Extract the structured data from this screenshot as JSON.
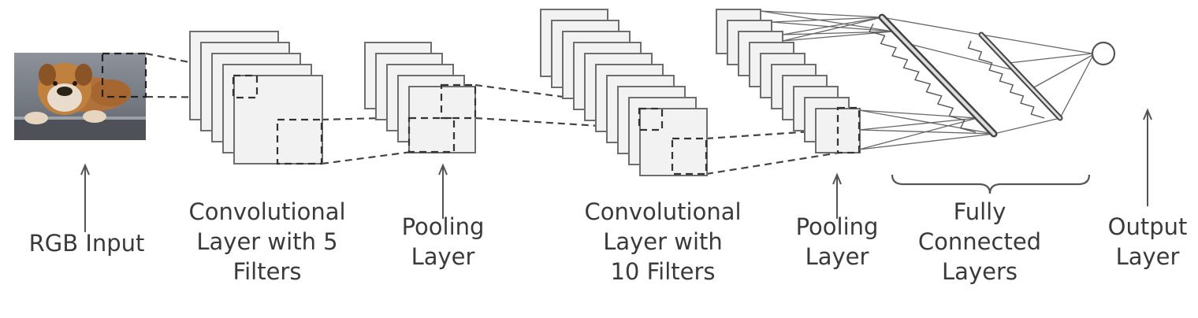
{
  "diagram": {
    "title": "",
    "stages": [
      {
        "id": "rgb-input",
        "label_lines": [
          "RGB Input"
        ]
      },
      {
        "id": "conv1",
        "label_lines": [
          "Convolutional",
          "Layer with 5",
          "Filters"
        ],
        "map_count": 5
      },
      {
        "id": "pool1",
        "label_lines": [
          "Pooling",
          "Layer"
        ],
        "map_count": 5
      },
      {
        "id": "conv2",
        "label_lines": [
          "Convolutional",
          "Layer with",
          "10 Filters"
        ],
        "map_count": 10
      },
      {
        "id": "pool2",
        "label_lines": [
          "Pooling",
          "Layer"
        ],
        "map_count": 10
      },
      {
        "id": "fc",
        "label_lines": [
          "Fully",
          "Connected",
          "Layers"
        ]
      },
      {
        "id": "output",
        "label_lines": [
          "Output",
          "Layer"
        ]
      }
    ],
    "colors": {
      "map_fill": "#f2f2f2",
      "map_stroke": "#6e6e6e",
      "line": "#555555",
      "dashed": "#444444",
      "text": "#3a3a3a"
    },
    "icons": [
      "dog-photo",
      "arrow-up-icon",
      "output-node"
    ]
  }
}
